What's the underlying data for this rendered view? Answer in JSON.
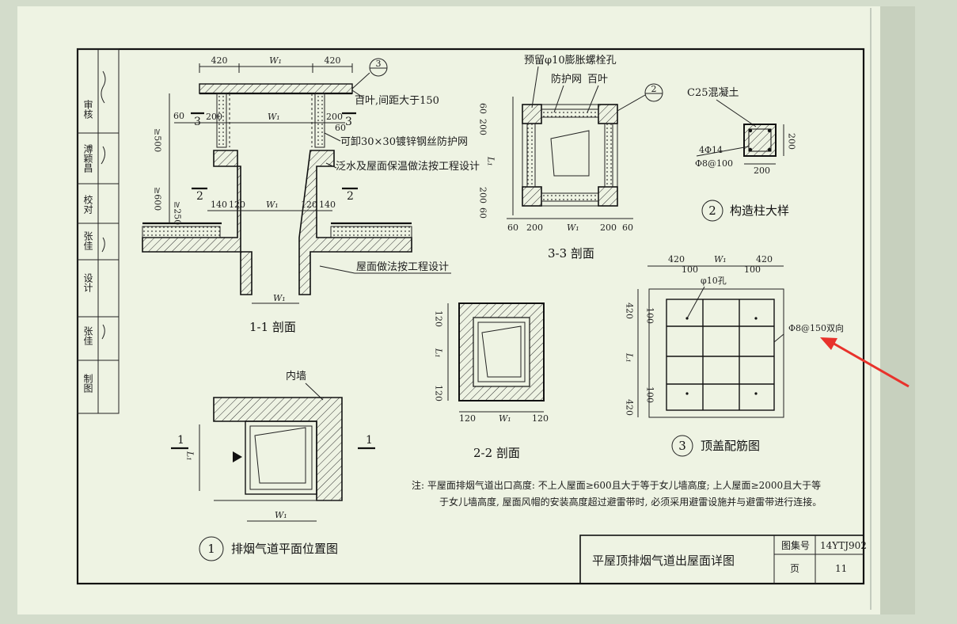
{
  "colors": {
    "paper": "#eef3e3",
    "ink": "#1c1c1c",
    "arrow": "#e8322b",
    "background": "#d3dccb"
  },
  "sidebar": {
    "cells": [
      "审核",
      "溥颖昌",
      "校对",
      "张佳",
      "设计",
      "张佳",
      "制图"
    ]
  },
  "section11": {
    "dims_top": [
      "420",
      "W₁",
      "420"
    ],
    "dims_row2": [
      "60",
      "200",
      "W₁",
      "200",
      "60"
    ],
    "levels": [
      "≥500",
      "≥600",
      "≥250"
    ],
    "dims_small": [
      "140",
      "120",
      "120",
      "140"
    ],
    "bottom_dim": "W₁",
    "notes": [
      "百叶,间距大于150",
      "可卸30×30镀锌钢丝防护网",
      "泛水及屋面保温做法按工程设计",
      "屋面做法按工程设计"
    ],
    "section_marks": [
      "3",
      "3",
      "2",
      "2"
    ],
    "callout": "3",
    "caption": "1-1 剖面"
  },
  "section33": {
    "notes": [
      "预留φ10膨胀螺栓孔",
      "防护网",
      "百叶"
    ],
    "dims_bottom": [
      "60",
      "200",
      "W₁",
      "200",
      "60"
    ],
    "dims_left": [
      "200",
      "60",
      "L₁",
      "200",
      "60"
    ],
    "callout": "2",
    "caption": "3-3 剖面"
  },
  "detail2": {
    "concrete": "C25混凝土",
    "rebar1": "4Φ14",
    "rebar2": "Φ8@100",
    "dim_w": "200",
    "dim_h": "200",
    "num": "2",
    "caption": "构造柱大样"
  },
  "section22": {
    "dims_left": [
      "120",
      "L₁",
      "120"
    ],
    "dims_bottom": [
      "120",
      "W₁",
      "120"
    ],
    "caption": "2-2 剖面"
  },
  "detail3": {
    "dims_top": [
      "420",
      "W₁",
      "420"
    ],
    "dims_inner": [
      "100",
      "100"
    ],
    "hole": "φ10孔",
    "dims_left": [
      "420",
      "100",
      "L₁",
      "100",
      "420"
    ],
    "rebar": "Φ8@150双向",
    "num": "3",
    "caption": "顶盖配筋图"
  },
  "plan1": {
    "wall": "内墙",
    "marks": [
      "1",
      "1"
    ],
    "dim_l": "L₁",
    "dim_w": "W₁",
    "num": "1",
    "caption": "排烟气道平面位置图"
  },
  "note": {
    "line1": "注: 平屋面排烟气道出口高度: 不上人屋面≥600且大于等于女儿墙高度; 上人屋面≥2000且大于等",
    "line2": "于女儿墙高度, 屋面风帽的安装高度超过避雷带时, 必须采用避雷设施并与避雷带进行连接。"
  },
  "titleblock": {
    "title": "平屋顶排烟气道出屋面详图",
    "atlas_label": "图集号",
    "atlas_value": "14YTJ902",
    "page_label": "页",
    "page_value": "11"
  }
}
